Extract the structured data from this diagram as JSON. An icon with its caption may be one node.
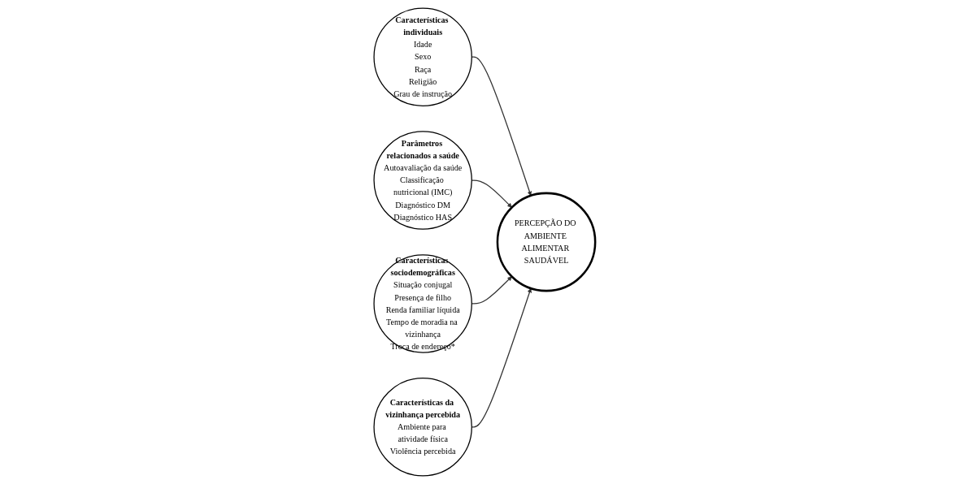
{
  "diagram": {
    "nodes": [
      {
        "text": [
          "Características individuais",
          "Idade",
          "Sexo",
          "Raça",
          "Religião",
          "Grau de instrução"
        ]
      },
      {
        "text": [
          "PERCEPÇÃO DO AMBIENTE ALIMENTAR SAUDÁVEL"
        ]
      },
      {
        "text": [
          "Parâmetros relacionados a saúde",
          "Autoavaliação da saúde",
          "Classificação nutricional (IMC)",
          "Diagnóstico DM",
          "Diagnóstico HAS"
        ]
      },
      {
        "text": [
          "Características sociodemográficas",
          "Situação conjugal",
          "Presença de filho",
          "Renda familiar líquida",
          "Tempo de moradia na vizinhança",
          "Troca de endereço*"
        ]
      },
      {
        "text": [
          "Características da vizinhança percebida",
          "Ambiente para atividade física",
          "Violência percebida"
        ]
      }
    ],
    "edges": [
      {
        "from": 0,
        "to": 1,
        "arrow": "to"
      },
      {
        "from": 2,
        "to": 1,
        "arrow": "to"
      },
      {
        "from": 3,
        "to": 1,
        "arrow": "to"
      },
      {
        "from": 4,
        "to": 1,
        "arrow": "to"
      }
    ]
  }
}
